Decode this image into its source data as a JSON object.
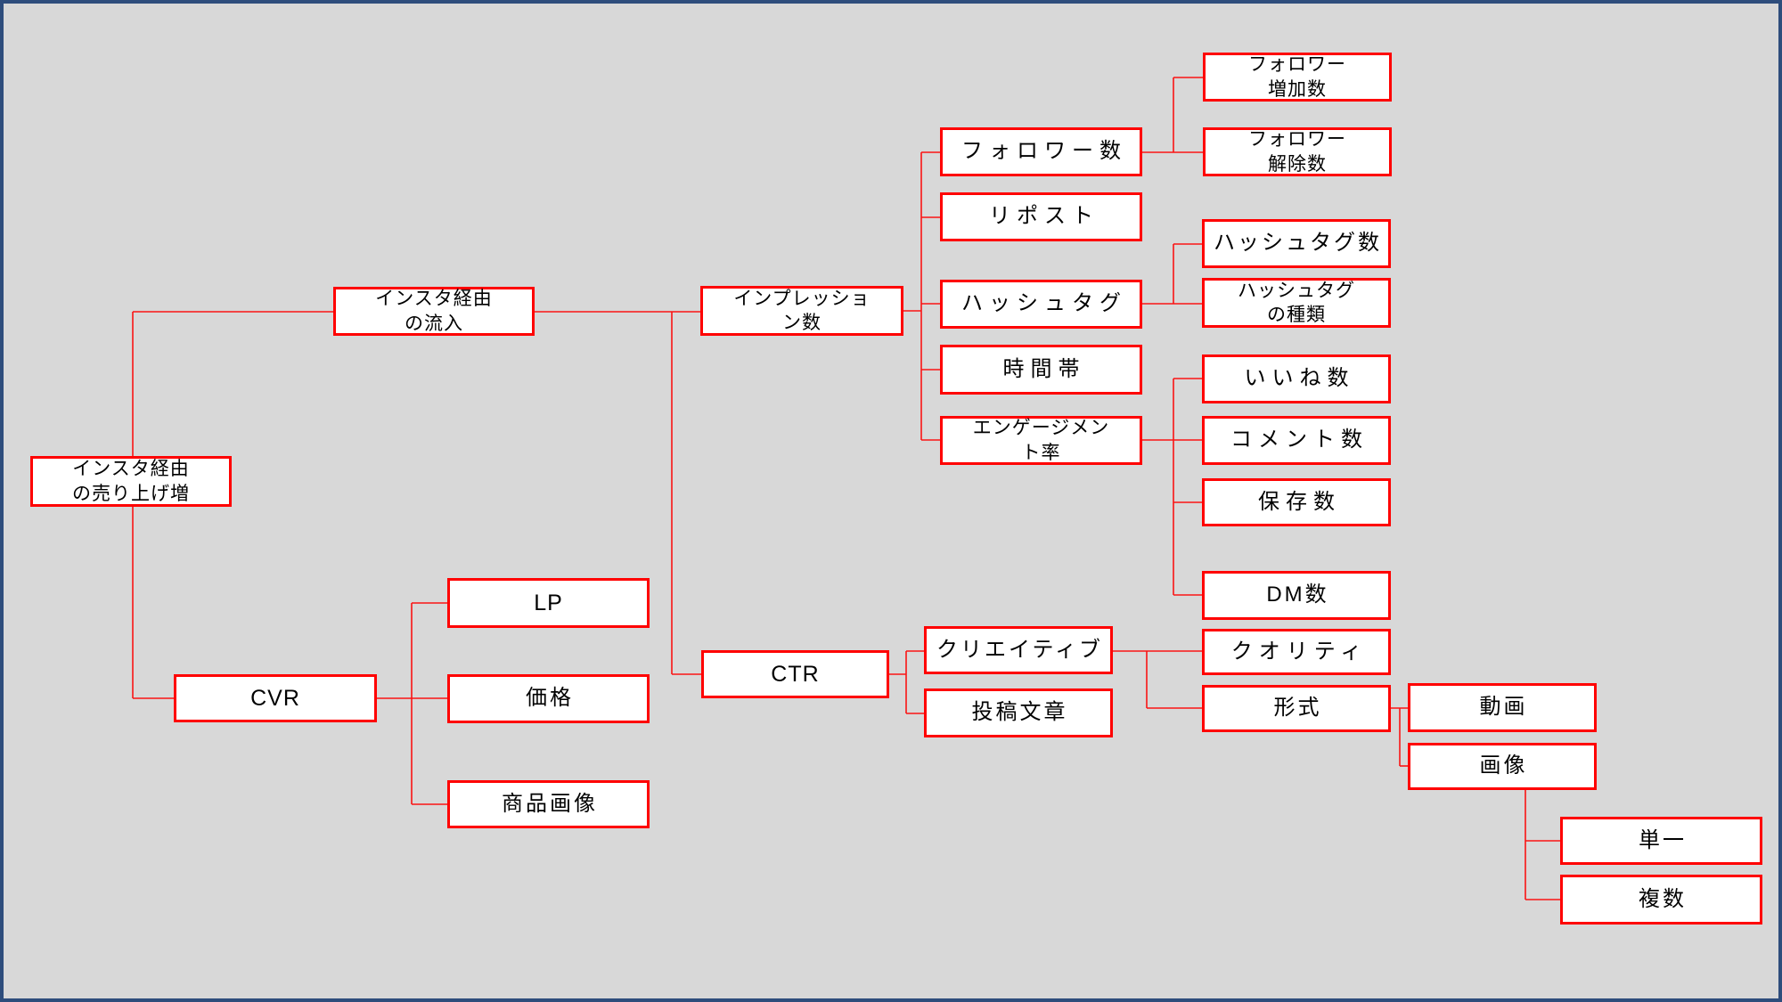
{
  "diagram_type": "kpi-logic-tree",
  "colors": {
    "background": "#d8d8d8",
    "frame_border": "#2e4d7c",
    "box_border": "#ff0000",
    "box_fill": "#ffffff",
    "connector": "#fa1414",
    "text": "#000000"
  },
  "nodes": {
    "sales_increase": {
      "label": "インスタ経由\nの売り上げ増"
    },
    "instagram_inflow": {
      "label": "インスタ経由\nの流入"
    },
    "impressions": {
      "label": "インプレッショ\nン数"
    },
    "followers": {
      "label": "フォロワー数"
    },
    "follower_gain": {
      "label": "フォロワー\n増加数"
    },
    "follower_loss": {
      "label": "フォロワー\n解除数"
    },
    "repost": {
      "label": "リポスト"
    },
    "hashtag": {
      "label": "ハッシュタグ"
    },
    "hashtag_count": {
      "label": "ハッシュタグ数"
    },
    "hashtag_type": {
      "label": "ハッシュタグ\nの種類"
    },
    "time_slot": {
      "label": "時間帯"
    },
    "engagement_rate": {
      "label": "エンゲージメン\nト率"
    },
    "likes": {
      "label": "いいね数"
    },
    "comments": {
      "label": "コメント数"
    },
    "saves": {
      "label": "保存数"
    },
    "dm": {
      "label": "DM数"
    },
    "ctr": {
      "label": "CTR"
    },
    "creative": {
      "label": "クリエイティブ"
    },
    "post_text": {
      "label": "投稿文章"
    },
    "quality": {
      "label": "クオリティ"
    },
    "format": {
      "label": "形式"
    },
    "video": {
      "label": "動画"
    },
    "image": {
      "label": "画像"
    },
    "single": {
      "label": "単一"
    },
    "multiple": {
      "label": "複数"
    },
    "cvr": {
      "label": "CVR"
    },
    "lp": {
      "label": "LP"
    },
    "price": {
      "label": "価格"
    },
    "product_image": {
      "label": "商品画像"
    }
  },
  "edges": [
    [
      "sales_increase",
      "instagram_inflow"
    ],
    [
      "sales_increase",
      "cvr"
    ],
    [
      "instagram_inflow",
      "impressions"
    ],
    [
      "instagram_inflow",
      "ctr"
    ],
    [
      "impressions",
      "followers"
    ],
    [
      "impressions",
      "repost"
    ],
    [
      "impressions",
      "hashtag"
    ],
    [
      "impressions",
      "time_slot"
    ],
    [
      "impressions",
      "engagement_rate"
    ],
    [
      "followers",
      "follower_gain"
    ],
    [
      "followers",
      "follower_loss"
    ],
    [
      "hashtag",
      "hashtag_count"
    ],
    [
      "hashtag",
      "hashtag_type"
    ],
    [
      "engagement_rate",
      "likes"
    ],
    [
      "engagement_rate",
      "comments"
    ],
    [
      "engagement_rate",
      "saves"
    ],
    [
      "engagement_rate",
      "dm"
    ],
    [
      "ctr",
      "creative"
    ],
    [
      "ctr",
      "post_text"
    ],
    [
      "creative",
      "quality"
    ],
    [
      "creative",
      "format"
    ],
    [
      "format",
      "video"
    ],
    [
      "format",
      "image"
    ],
    [
      "image",
      "single"
    ],
    [
      "image",
      "multiple"
    ],
    [
      "cvr",
      "lp"
    ],
    [
      "cvr",
      "price"
    ],
    [
      "cvr",
      "product_image"
    ]
  ]
}
